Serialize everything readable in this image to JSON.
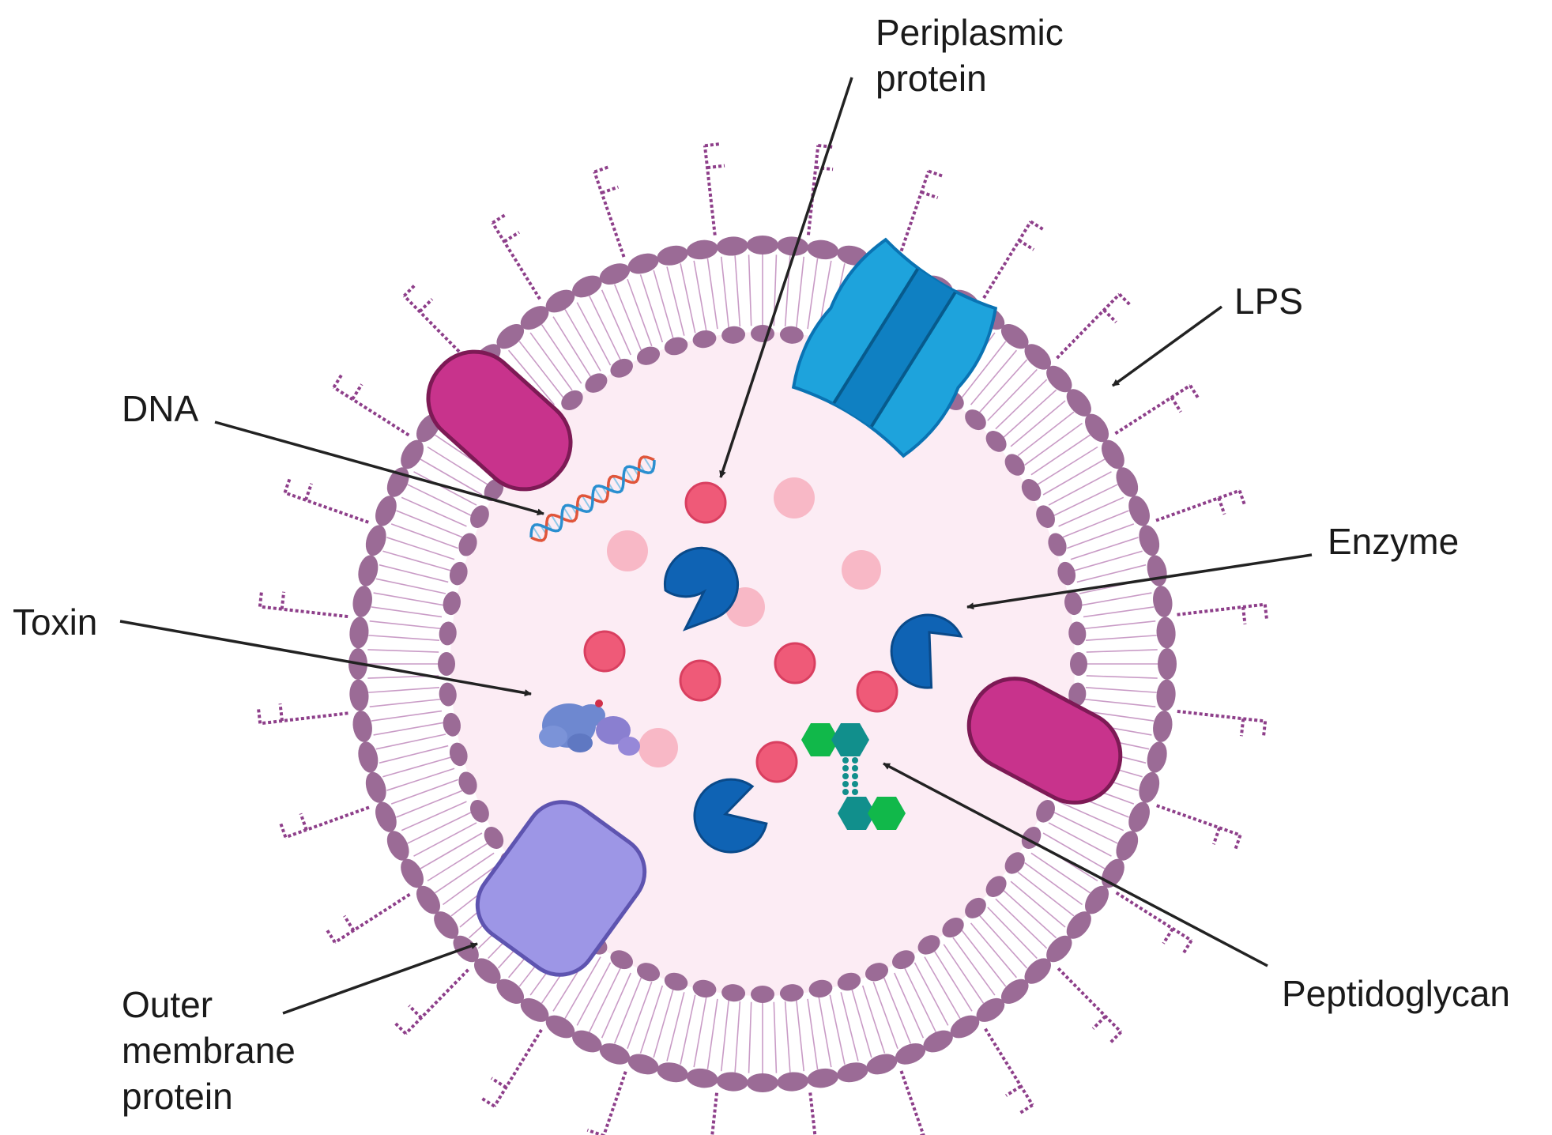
{
  "labels": {
    "periplasmic_protein": [
      "Periplasmic",
      "protein"
    ],
    "lps": "LPS",
    "dna": "DNA",
    "enzyme": "Enzyme",
    "toxin": "Toxin",
    "peptidoglycan": "Peptidoglycan",
    "outer_membrane_protein": [
      "Outer",
      "membrane",
      "protein"
    ]
  },
  "colors": {
    "membrane": "#9b6b96",
    "tails": "#c99bc6",
    "lps": "#8e3f8a",
    "lumen": "#fcecf4",
    "porin": "#1ea3dc",
    "porin_dark": "#0a73b3",
    "magenta_protein": "#c8338c",
    "lavender_protein": "#9d96e6",
    "enzyme": "#0f63b4",
    "protein_dark": "#ef5a78",
    "protein_light": "#f8b8c6",
    "peptidoglycan_green": "#11b84a",
    "peptidoglycan_teal": "#118f8c",
    "toxin": "#6e88d0",
    "arrow": "#222222"
  }
}
